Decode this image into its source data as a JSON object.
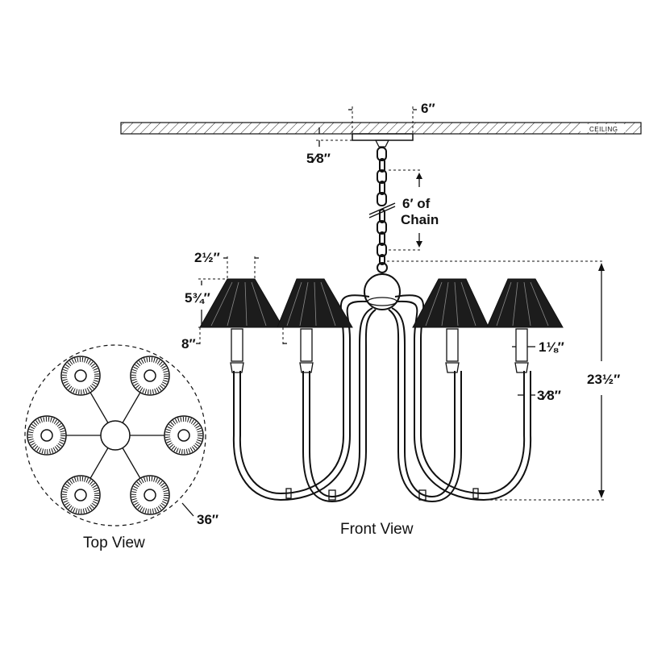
{
  "ceiling_label": "CEILING",
  "dimensions": {
    "canopy_width": "6″",
    "canopy_height": "5⁄8″",
    "chain_line1": "6′ of",
    "chain_line2": "Chain",
    "shade_top": "2½″",
    "shade_height": "5¾″",
    "shade_bottom": "8″",
    "socket_width": "1⅛″",
    "arm_width": "3⁄8″",
    "overall_height": "23½″",
    "diameter": "36″"
  },
  "views": {
    "top": "Top View",
    "front": "Front View"
  }
}
